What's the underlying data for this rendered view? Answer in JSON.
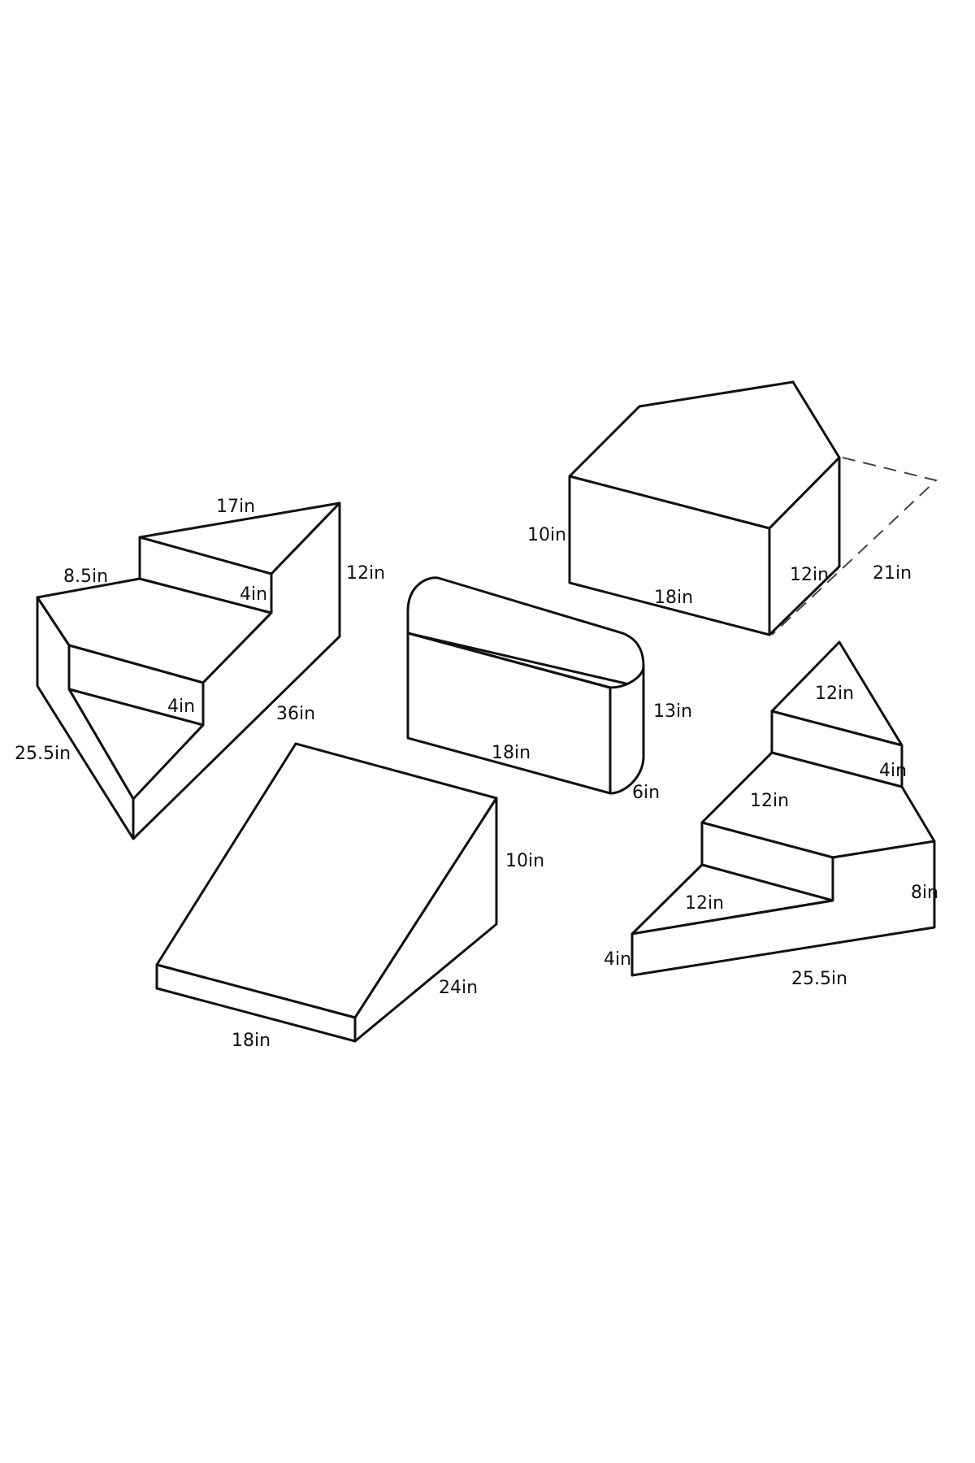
{
  "pieces": {
    "steps_left": {
      "top_edge": "17in",
      "step_depth": "8.5in",
      "upper_riser": "4in",
      "lower_riser": "4in",
      "height": "12in",
      "length": "36in",
      "side": "25.5in"
    },
    "pentagon_block": {
      "height_left": "10in",
      "height_right": "12in",
      "length": "18in",
      "depth": "21in"
    },
    "cylinder_block": {
      "length": "18in",
      "height": "13in",
      "depth": "6in"
    },
    "ramp": {
      "height": "10in",
      "slope_length": "24in",
      "width": "18in"
    },
    "steps_right": {
      "top_step": "12in",
      "top_riser": "4in",
      "middle_step": "12in",
      "height": "8in",
      "bottom_step": "12in",
      "bottom_riser": "4in",
      "length": "25.5in"
    }
  }
}
